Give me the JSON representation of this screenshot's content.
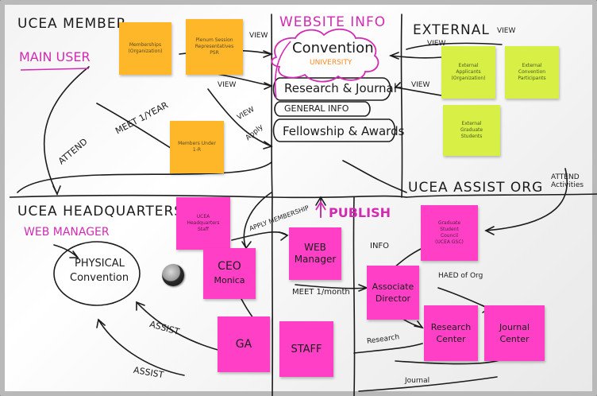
{
  "sections": {
    "member_title": "UCEA MEMBER",
    "member_sub": "MAIN USER",
    "website_title": "WEBSITE INFO",
    "external_title": "EXTERNAL",
    "hq_title": "UCEA HEADQUARTERS",
    "hq_sub": "WEB MANAGER",
    "assist_title": "UCEA ASSIST ORG"
  },
  "website_items": {
    "convention": "Convention",
    "convention_sub": "UNIVERSITY",
    "research": "Research & Journal",
    "general": "GENERAL INFO",
    "fellowship": "Fellowship & Awards"
  },
  "physical": {
    "line1": "PHYSICAL",
    "line2": "Convention"
  },
  "notes": {
    "memberships": [
      "Memberships",
      "(Organization)"
    ],
    "plenum": [
      "Plenum Session",
      "Representatives",
      "PSR"
    ],
    "members_under": [
      "Members Under",
      "1-R"
    ],
    "ext_applicants": [
      "External",
      "Applicants",
      "(Organization)"
    ],
    "ext_convention": [
      "External",
      "Convention",
      "Participants"
    ],
    "ext_grad": [
      "External",
      "Graduate",
      "Students"
    ],
    "hq_staff": [
      "UCEA",
      "Headquarters",
      "Staff"
    ],
    "ceo": [
      "CEO",
      "Monica"
    ],
    "web_manager": [
      "WEB",
      "Manager"
    ],
    "gsc": [
      "Graduate",
      "Student",
      "Council",
      "(UCEA GSC)"
    ],
    "assoc_director": [
      "Associate",
      "Director"
    ],
    "ga": [
      "GA"
    ],
    "staff": [
      "STAFF"
    ],
    "research_center": [
      "Research",
      "Center"
    ],
    "journal_center": [
      "Journal",
      "Center"
    ]
  },
  "labels": {
    "view1": "VIEW",
    "view2": "VIEW",
    "view3": "VIEW",
    "view4": "VIEW",
    "view5": "VIEW",
    "view6": "VIEW",
    "apply": "Apply",
    "meet_year": "MEET 1/YEAR",
    "attend": "ATTEND",
    "attend_activities": "ATTEND Activities",
    "publish": "PUBLISH",
    "apply_membership": "APPLY MEMBERSHIP",
    "info": "INFO",
    "meet_month": "MEET 1/month",
    "head_of_org": "HAED of Org",
    "assist1": "ASSIST",
    "assist2": "ASSIST",
    "research": "Research",
    "journal": "Journal"
  },
  "colors": {
    "orange_note": "#ffb72a",
    "yellow_note": "#d8f045",
    "pink_note": "#ff3fc6",
    "marker_pink": "#d22bb3",
    "marker_orange": "#ff8a1f",
    "marker_black": "#1b1b1b"
  }
}
